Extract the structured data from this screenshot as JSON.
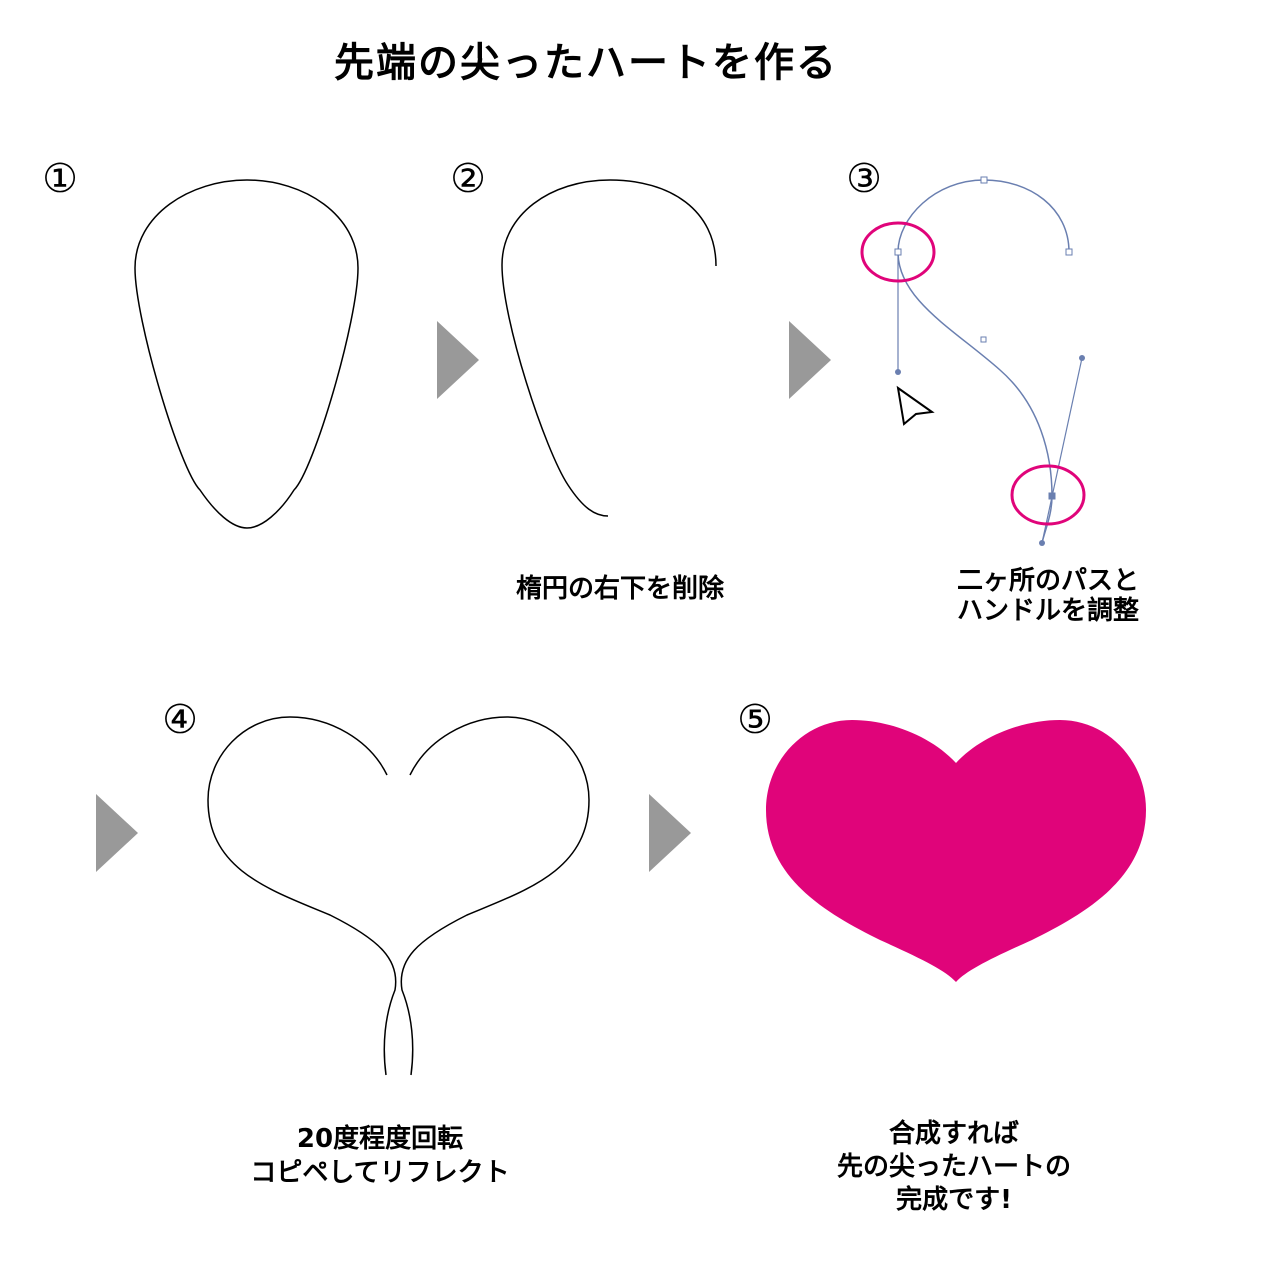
{
  "title": "先端の尖ったハートを作る",
  "steps": [
    {
      "number": "①"
    },
    {
      "number": "②",
      "caption": "楕円の右下を削除"
    },
    {
      "number": "③",
      "caption_line1": "二ヶ所のパスと",
      "caption_line2": "ハンドルを調整"
    },
    {
      "number": "④",
      "caption_line1": "20度程度回転",
      "caption_line2": "コピペしてリフレクト"
    },
    {
      "number": "⑤",
      "caption_line1": "合成すれば",
      "caption_line2": "先の尖ったハートの",
      "caption_line3": "完成です!"
    }
  ],
  "colors": {
    "stroke": "#000000",
    "path_selected": "#6a7fb0",
    "highlight_ring": "#e0047a",
    "heart_fill": "#e0047a",
    "arrow": "#999999"
  },
  "icons": [
    "arrow-right-triangle-icon",
    "cursor-arrow-icon"
  ]
}
